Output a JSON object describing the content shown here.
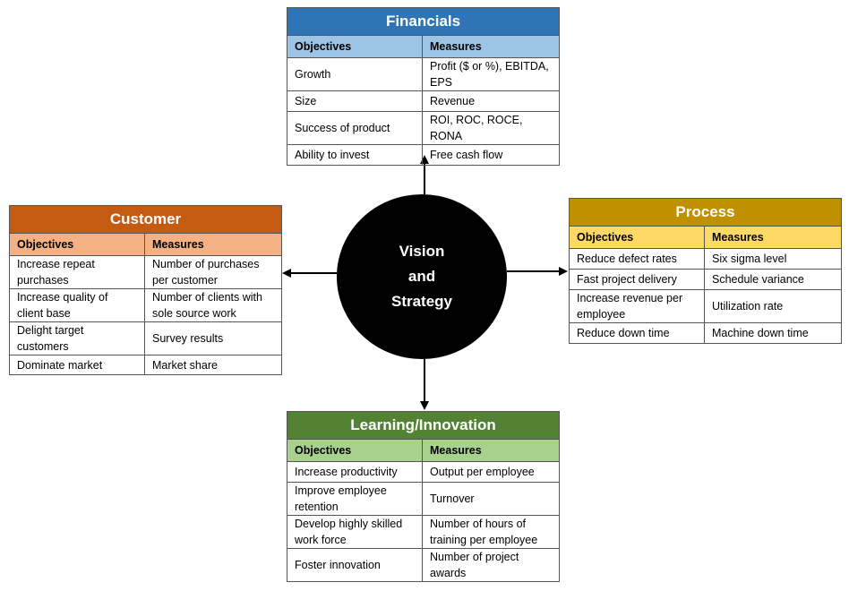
{
  "center": {
    "label": "Vision\nand\nStrategy"
  },
  "perspectives": [
    {
      "id": "financials",
      "title": "Financials",
      "col1": "Objectives",
      "col2": "Measures",
      "rows": [
        [
          "Growth",
          "Profit ($ or %), EBITDA, EPS"
        ],
        [
          "Size",
          "Revenue"
        ],
        [
          "Success of product",
          "ROI, ROC, ROCE, RONA"
        ],
        [
          "Ability to invest",
          "Free cash flow"
        ]
      ]
    },
    {
      "id": "customer",
      "title": "Customer",
      "col1": "Objectives",
      "col2": "Measures",
      "rows": [
        [
          "Increase repeat purchases",
          "Number of purchases per customer"
        ],
        [
          "Increase quality of client base",
          "Number of clients with sole source work"
        ],
        [
          "Delight target customers",
          "Survey results"
        ],
        [
          "Dominate market",
          "Market share"
        ]
      ]
    },
    {
      "id": "process",
      "title": "Process",
      "col1": "Objectives",
      "col2": "Measures",
      "rows": [
        [
          "Reduce defect rates",
          "Six sigma level"
        ],
        [
          "Fast project delivery",
          "Schedule variance"
        ],
        [
          "Increase revenue per employee",
          "Utilization rate"
        ],
        [
          "Reduce down time",
          "Machine down time"
        ]
      ]
    },
    {
      "id": "learning",
      "title": "Learning/Innovation",
      "col1": "Objectives",
      "col2": "Measures",
      "rows": [
        [
          "Increase productivity",
          "Output per employee"
        ],
        [
          "Improve employee retention",
          "Turnover"
        ],
        [
          "Develop highly skilled work force",
          "Number of hours of training per employee"
        ],
        [
          "Foster innovation",
          "Number of project awards"
        ]
      ]
    }
  ]
}
